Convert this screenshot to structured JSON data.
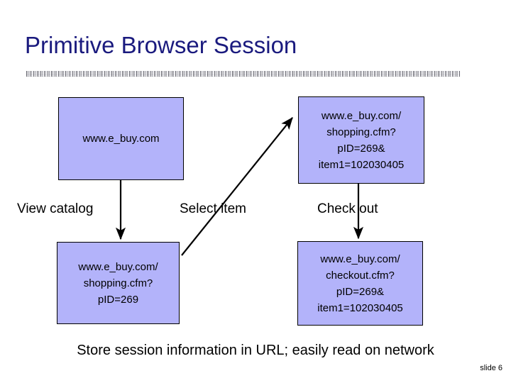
{
  "slide": {
    "title": "Primitive Browser Session",
    "caption": "Store session information in URL; easily read on network",
    "slide_number": "slide 6",
    "title_color": "#1a1a7e",
    "box_fill_color": "#b3b3fa",
    "box_border_color": "#000000",
    "background_color": "#ffffff"
  },
  "boxes": {
    "catalog": {
      "lines": [
        "www.e_buy.com"
      ],
      "line0": "www.e_buy.com"
    },
    "shopping": {
      "lines": [
        "www.e_buy.com/",
        "shopping.cfm?",
        "pID=269&",
        "item1=102030405"
      ],
      "line0": "www.e_buy.com/",
      "line1": "shopping.cfm?",
      "line2": "pID=269&",
      "line3": "item1=102030405"
    },
    "cart": {
      "lines": [
        "www.e_buy.com/",
        "shopping.cfm?",
        "pID=269"
      ],
      "line0": "www.e_buy.com/",
      "line1": "shopping.cfm?",
      "line2": "pID=269"
    },
    "checkout": {
      "lines": [
        "www.e_buy.com/",
        "checkout.cfm?",
        "pID=269&",
        "item1=102030405"
      ],
      "line0": "www.e_buy.com/",
      "line1": "checkout.cfm?",
      "line2": "pID=269&",
      "line3": "item1=102030405"
    }
  },
  "steps": [
    {
      "label": "View catalog"
    },
    {
      "label": "Select item"
    },
    {
      "label": "Check out"
    }
  ],
  "flow": {
    "arrow_color": "#000000",
    "arrows": [
      {
        "name": "catalog-to-cart",
        "from": "catalog",
        "to": "cart",
        "direction": "down"
      },
      {
        "name": "cart-to-shopping",
        "from": "cart",
        "to": "shopping",
        "direction": "up-right"
      },
      {
        "name": "shopping-to-checkout",
        "from": "shopping",
        "to": "checkout",
        "direction": "down"
      }
    ]
  }
}
